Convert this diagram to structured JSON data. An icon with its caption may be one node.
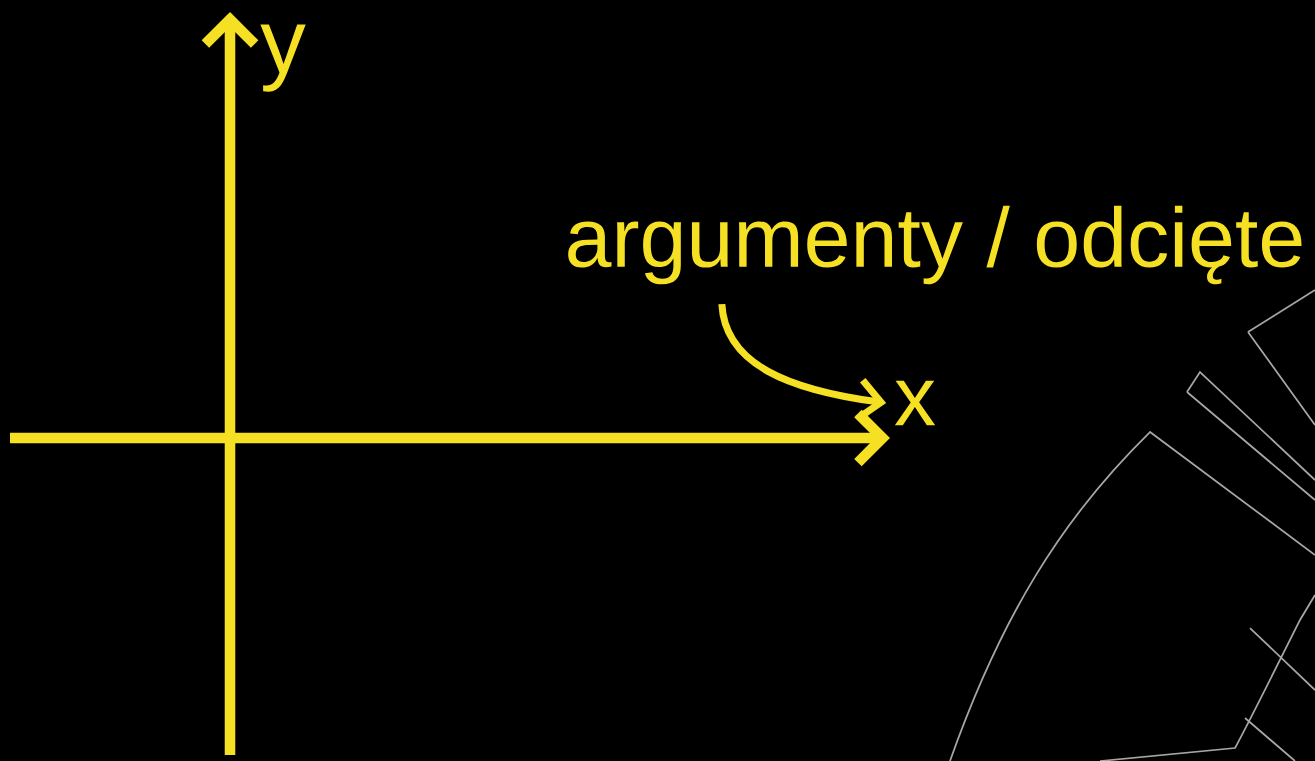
{
  "diagram": {
    "nodes": [
      {
        "text": [
          "argumenty / odcięte"
        ]
      },
      {
        "text": [
          "x"
        ]
      }
    ],
    "edges": [
      {
        "from": 0,
        "to": 1,
        "arrow": "to"
      }
    ],
    "labels": [
      "y"
    ]
  }
}
